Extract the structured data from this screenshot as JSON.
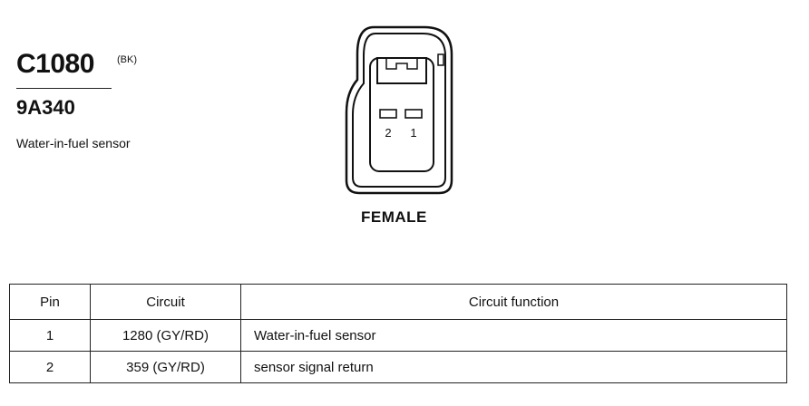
{
  "header": {
    "connector_id": "C1080",
    "color_code": "(BK)",
    "part_number": "9A340",
    "description": "Water-in-fuel sensor"
  },
  "connector": {
    "pin_labels": [
      "2",
      "1"
    ],
    "gender": "FEMALE"
  },
  "table": {
    "columns": [
      "Pin",
      "Circuit",
      "Circuit function"
    ],
    "rows": [
      {
        "pin": "1",
        "circuit": "1280 (GY/RD)",
        "function": "Water-in-fuel sensor"
      },
      {
        "pin": "2",
        "circuit": "359 (GY/RD)",
        "function": "sensor signal return"
      }
    ]
  }
}
